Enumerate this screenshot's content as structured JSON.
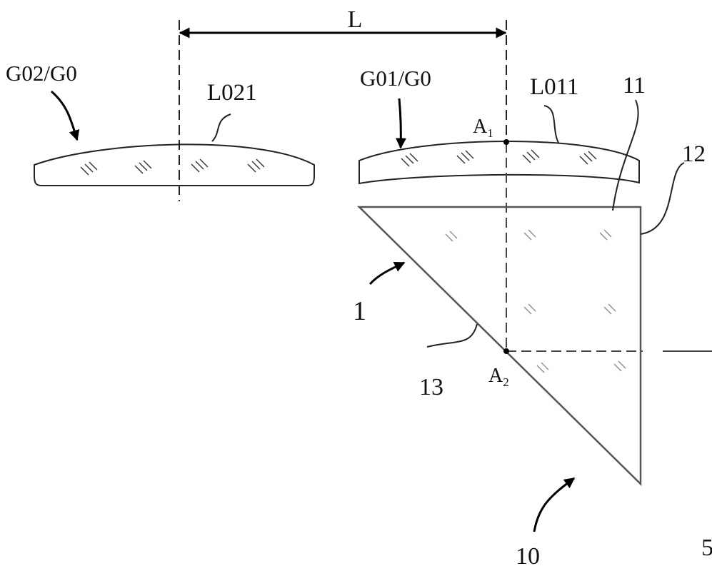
{
  "dimension": {
    "label": "L"
  },
  "lenses": {
    "left": {
      "group_label": "G02/G0",
      "lens_label": "L021"
    },
    "right": {
      "group_label": "G01/G0",
      "lens_label": "L011"
    }
  },
  "points": {
    "a1_base": "A",
    "a1_sub": "1",
    "a2_base": "A",
    "a2_sub": "2"
  },
  "prism": {
    "ref": "1",
    "top_face": "11",
    "side_face": "12",
    "hyp_face": "13",
    "light_path": "10"
  },
  "partial": {
    "edge_digit": "5"
  }
}
